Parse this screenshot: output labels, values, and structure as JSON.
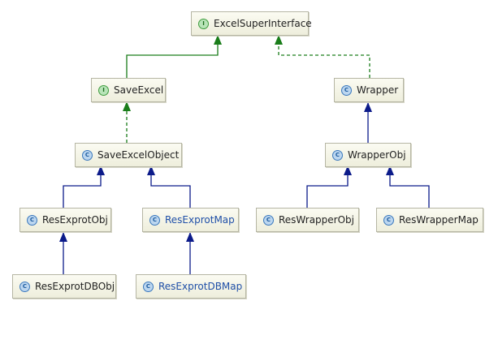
{
  "colors": {
    "implements": "#1a7d1a",
    "extends": "#0c1b8a",
    "node_border": "#b6b6a4",
    "blue_text": "#1f4fa8"
  },
  "nodes": {
    "excel_super_interface": {
      "label": "ExcelSuperInterface",
      "kind": "interface",
      "icon": "I"
    },
    "save_excel": {
      "label": "SaveExcel",
      "kind": "interface",
      "icon": "I"
    },
    "wrapper": {
      "label": "Wrapper",
      "kind": "class",
      "icon": "C"
    },
    "save_excel_object": {
      "label": "SaveExcelObject",
      "kind": "class",
      "icon": "C"
    },
    "wrapper_obj": {
      "label": "WrapperObj",
      "kind": "class",
      "icon": "C"
    },
    "res_exprot_obj": {
      "label": "ResExprotObj",
      "kind": "class",
      "icon": "C"
    },
    "res_exprot_map": {
      "label": "ResExprotMap",
      "kind": "class",
      "icon": "C"
    },
    "res_wrapper_obj": {
      "label": "ResWrapperObj",
      "kind": "class",
      "icon": "C"
    },
    "res_wrapper_map": {
      "label": "ResWrapperMap",
      "kind": "class",
      "icon": "C"
    },
    "res_exprot_db_obj": {
      "label": "ResExprotDBObj",
      "kind": "class",
      "icon": "C"
    },
    "res_exprot_db_map": {
      "label": "ResExprotDBMap",
      "kind": "class",
      "icon": "C"
    }
  },
  "edges": [
    {
      "from": "save_excel",
      "to": "excel_super_interface",
      "type": "extends-interface"
    },
    {
      "from": "wrapper",
      "to": "excel_super_interface",
      "type": "implements"
    },
    {
      "from": "save_excel_object",
      "to": "save_excel",
      "type": "implements"
    },
    {
      "from": "wrapper_obj",
      "to": "wrapper",
      "type": "extends"
    },
    {
      "from": "res_exprot_obj",
      "to": "save_excel_object",
      "type": "extends"
    },
    {
      "from": "res_exprot_map",
      "to": "save_excel_object",
      "type": "extends"
    },
    {
      "from": "res_wrapper_obj",
      "to": "wrapper_obj",
      "type": "extends"
    },
    {
      "from": "res_wrapper_map",
      "to": "wrapper_obj",
      "type": "extends"
    },
    {
      "from": "res_exprot_db_obj",
      "to": "res_exprot_obj",
      "type": "extends"
    },
    {
      "from": "res_exprot_db_map",
      "to": "res_exprot_map",
      "type": "extends"
    }
  ]
}
